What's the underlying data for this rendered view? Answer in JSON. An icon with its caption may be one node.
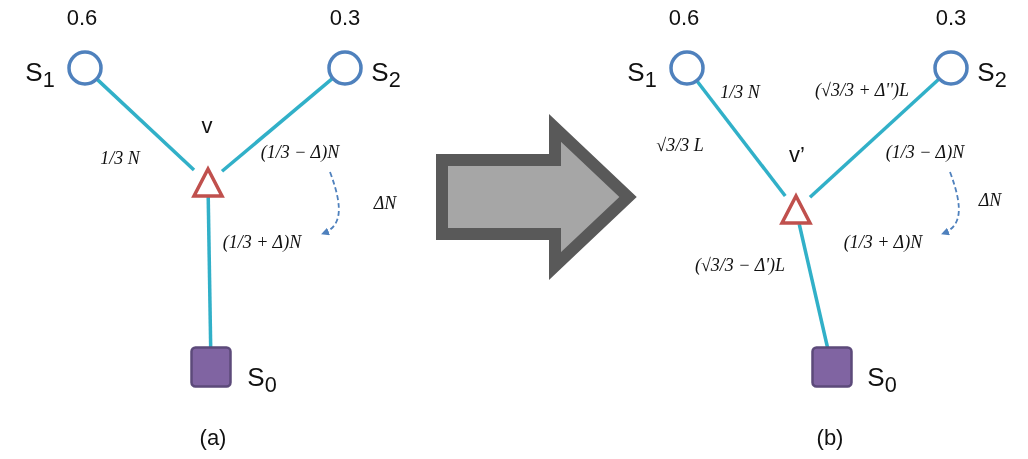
{
  "diagram": {
    "nodes": [
      {
        "text": [],
        "shape": "circle",
        "beside": [
          "0.6",
          "S$_{1}$"
        ]
      },
      {
        "text": [],
        "shape": "circle",
        "beside": [
          "0.3",
          "S$_{2}$"
        ]
      },
      {
        "text": [],
        "shape": "triangle",
        "beside": [
          "v"
        ]
      },
      {
        "text": [],
        "shape": "box",
        "beside": [
          "S$_{0}$"
        ]
      },
      {
        "text": [],
        "shape": "circle",
        "beside": [
          "0.6",
          "S$_{1}$"
        ]
      },
      {
        "text": [],
        "shape": "circle",
        "beside": [
          "0.3",
          "S$_{2}$"
        ]
      },
      {
        "text": [],
        "shape": "triangle",
        "beside": [
          "v’"
        ]
      },
      {
        "text": [],
        "shape": "box",
        "beside": [
          "S$_{0}$"
        ]
      }
    ],
    "edges": [
      {
        "from": 0,
        "to": 2,
        "arrow": "none"
      },
      {
        "from": 1,
        "to": 2,
        "arrow": "none"
      },
      {
        "from": 2,
        "to": 3,
        "arrow": "none"
      },
      {
        "from": 4,
        "to": 6,
        "arrow": "none"
      },
      {
        "from": 5,
        "to": 6,
        "arrow": "none"
      },
      {
        "from": 6,
        "to": 7,
        "arrow": "none"
      }
    ],
    "labels": [
      "1/3 N",
      "(1/3 − Δ)N",
      "ΔN",
      "(1/3 + Δ)N",
      "(a)",
      "1/3 N",
      "(√3/3 + Δ'')L",
      "√3/3 L",
      "(1/3 − Δ)N",
      "ΔN",
      "(1/3 + Δ)N",
      "(√3/3 − Δ')L",
      "(b)"
    ]
  }
}
